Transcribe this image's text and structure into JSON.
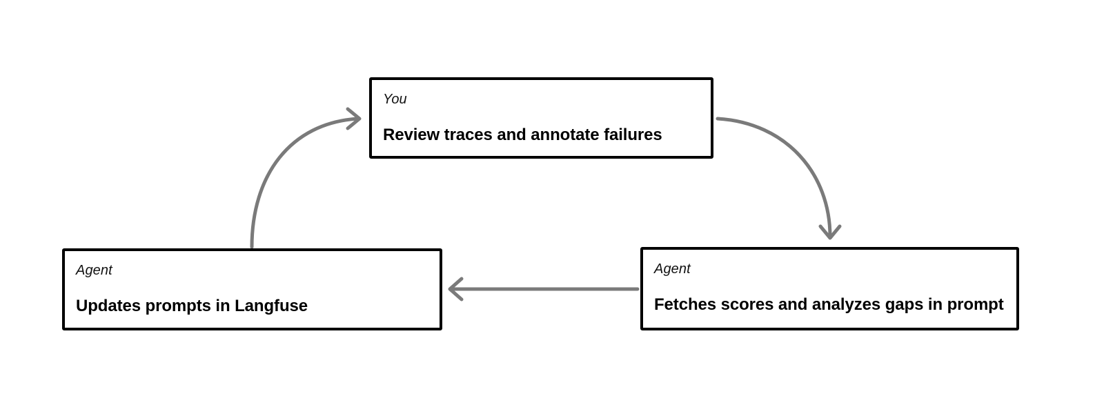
{
  "diagram": {
    "type": "cycle-flowchart",
    "background_color": "#ffffff",
    "node_border_color": "#000000",
    "arrow_color": "#7a7a7a",
    "nodes": [
      {
        "id": "you-review",
        "role": "You",
        "title": "Review traces and annotate failures",
        "position": "top-center"
      },
      {
        "id": "agent-updates",
        "role": "Agent",
        "title": "Updates prompts in Langfuse",
        "position": "bottom-left"
      },
      {
        "id": "agent-fetches",
        "role": "Agent",
        "title": "Fetches scores and analyzes gaps in prompt",
        "position": "bottom-right"
      }
    ],
    "edges": [
      {
        "id": "edge-updates-to-you",
        "from": "agent-updates",
        "to": "you-review",
        "style": "curved",
        "direction": "up-right"
      },
      {
        "id": "edge-you-to-fetches",
        "from": "you-review",
        "to": "agent-fetches",
        "style": "curved",
        "direction": "down-right"
      },
      {
        "id": "edge-fetches-to-updates",
        "from": "agent-fetches",
        "to": "agent-updates",
        "style": "straight",
        "direction": "left"
      }
    ]
  }
}
